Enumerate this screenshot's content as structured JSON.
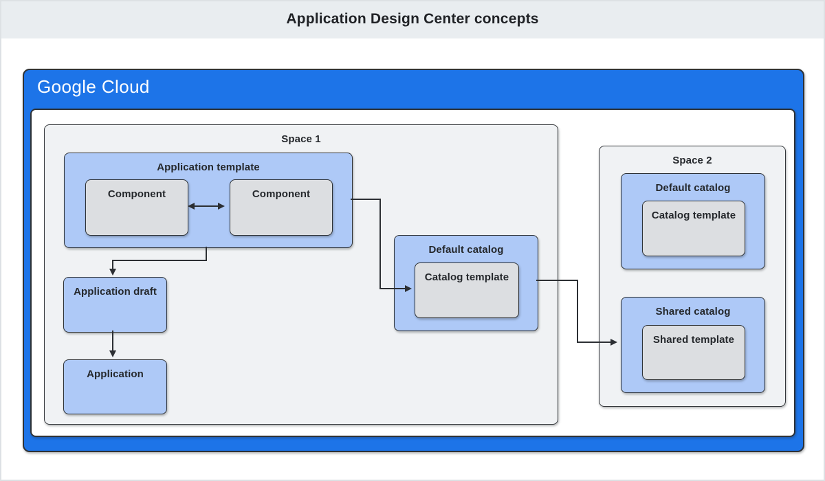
{
  "page": {
    "title": "Application Design Center concepts"
  },
  "brand": {
    "wordmark": "Google Cloud"
  },
  "colors": {
    "google_blue": "#1d74e8",
    "light_blue": "#aec9f7",
    "box_gray": "#dcdee1",
    "space_gray": "#f0f2f4",
    "header_gray": "#e9edf0",
    "border_dark": "#2e3236",
    "connector": "#2c2f33"
  },
  "diagram": {
    "space1": {
      "label": "Space 1",
      "application_template": {
        "label": "Application template",
        "component_left": "Component",
        "component_right": "Component"
      },
      "application_draft": {
        "label": "Application draft"
      },
      "application": {
        "label": "Application"
      },
      "default_catalog": {
        "label": "Default catalog",
        "catalog_template": {
          "label": "Catalog template"
        }
      }
    },
    "space2": {
      "label": "Space 2",
      "default_catalog": {
        "label": "Default catalog",
        "catalog_template": {
          "label": "Catalog template"
        }
      },
      "shared_catalog": {
        "label": "Shared catalog",
        "shared_template": {
          "label": "Shared template"
        }
      }
    }
  }
}
